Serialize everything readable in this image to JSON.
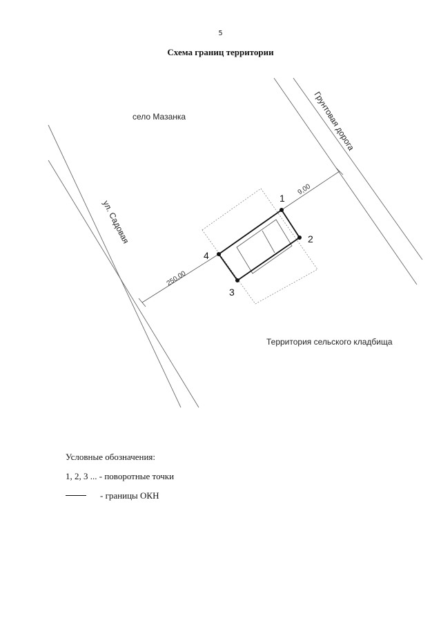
{
  "page_number": "5",
  "title": "Схема границ территории",
  "map": {
    "village_label": "село Мазанка",
    "street_label": "ул. Садовая",
    "road_label": "Грунтовая дорога",
    "cemetery_label": "Территория сельского кладбища",
    "dimension_road": "9,00",
    "dimension_street": "250,00",
    "points": [
      "1",
      "2",
      "3",
      "4"
    ]
  },
  "legend": {
    "title": "Условные обозначения:",
    "points_text": "1, 2, 3 ... - поворотные точки",
    "boundary_text": "- границы ОКН"
  }
}
